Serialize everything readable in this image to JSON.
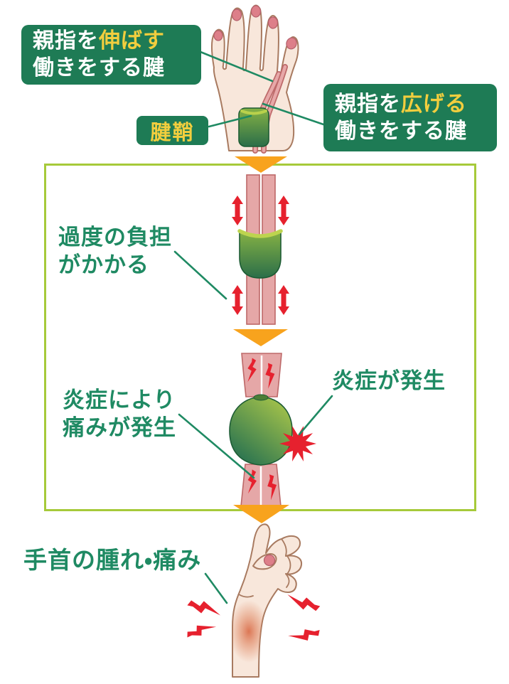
{
  "colors": {
    "dark_green": "#1e7b55",
    "accent_yellow": "#f2ce3e",
    "text_green": "#1f8a63",
    "frame_green": "#a6ca3a",
    "orange": "#f8a31d",
    "red": "#e6212e",
    "tendon_pink": "#e5a7a7",
    "tendon_outline": "#bd6868",
    "skin": "#f8e7db",
    "skin_outline": "#a87a60"
  },
  "callouts": {
    "extend_tendon": {
      "prefix": "親指を",
      "highlight": "伸ばす",
      "suffix": "働きをする腱"
    },
    "spread_tendon": {
      "prefix": "親指を",
      "highlight": "広げる",
      "suffix": "働きをする腱"
    },
    "sheath": "腱鞘"
  },
  "stages": {
    "overload": {
      "line1": "過度の負担",
      "line2": "がかかる"
    },
    "inflammation_pain": {
      "line1": "炎症により",
      "line2": "痛みが発生"
    },
    "inflammation": "炎症が発生",
    "result": "手首の腫れ・痛み"
  },
  "illustrations": {
    "top_hand": "back-of-hand-with-thumb-tendons-and-sheath",
    "stage1": "tendon-sliding-through-sheath-with-friction-arrows",
    "stage2": "swollen-sheath-with-inflammation-starburst",
    "bottom_hand": "hand-with-red-swollen-painful-wrist",
    "flow_arrows": "orange-down-triangles"
  }
}
